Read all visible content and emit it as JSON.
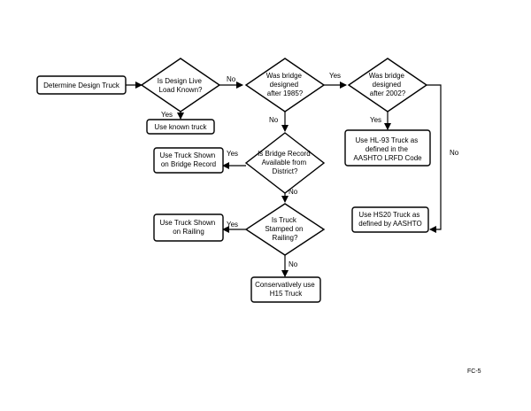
{
  "nodes": {
    "determine": [
      "Determine Design Truck"
    ],
    "d_live_load": [
      "Is Design Live",
      "Load Known?"
    ],
    "known_truck": [
      "Use known truck"
    ],
    "d_1985": [
      "Was bridge",
      "designed",
      "after 1985?"
    ],
    "d_2002": [
      "Was bridge",
      "designed",
      "after 2002?"
    ],
    "hl93": [
      "Use HL-93 Truck as",
      "defined in the",
      "AASHTO LRFD Code"
    ],
    "d_record": [
      "Is Bridge Record",
      "Available from",
      "District?"
    ],
    "bridge_record": [
      "Use Truck Shown",
      "on Bridge Record"
    ],
    "hs20": [
      "Use HS20 Truck as",
      "defined by AASHTO"
    ],
    "d_stamped": [
      "Is Truck",
      "Stamped on",
      "Railing?"
    ],
    "railing": [
      "Use Truck Shown",
      "on Railing"
    ],
    "h15": [
      "Conservatively use",
      "H15 Truck"
    ]
  },
  "edge_labels": {
    "live_no": "No",
    "live_yes": "Yes",
    "y1985_yes": "Yes",
    "y1985_no": "No",
    "y2002_yes": "Yes",
    "y2002_no": "No",
    "record_yes": "Yes",
    "record_no": "No",
    "stamped_yes": "Yes",
    "stamped_no": "No"
  },
  "page_number": "FC-5"
}
